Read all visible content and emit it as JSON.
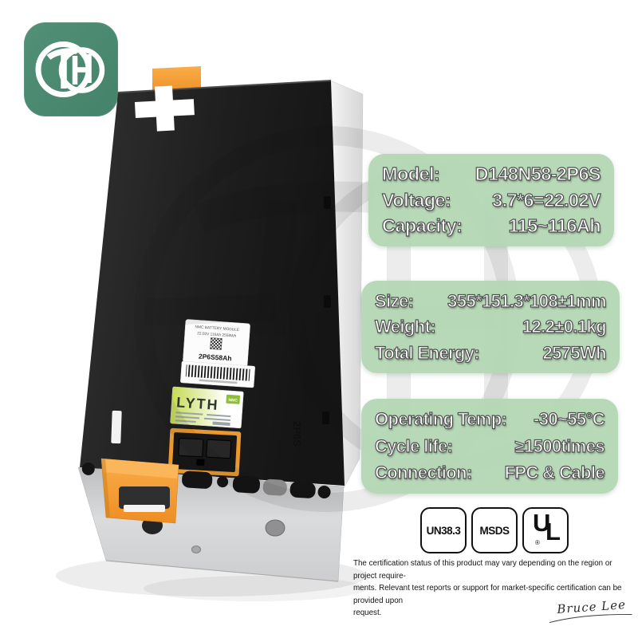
{
  "product": {
    "description": "NMC battery module product image"
  },
  "specs": [
    {
      "rows": [
        {
          "label": "Model:",
          "value": "D148N58-2P6S"
        },
        {
          "label": "Voltage:",
          "value": "3.7*6=22.02V"
        },
        {
          "label": "Capacity:",
          "value": "115~116Ah"
        }
      ]
    },
    {
      "rows": [
        {
          "label": "Size:",
          "value": "355*151.3*108±1mm"
        },
        {
          "label": "Weight:",
          "value": "12.2±0.1kg"
        },
        {
          "label": "Total Energy:",
          "value": "2575Wh"
        }
      ]
    },
    {
      "rows": [
        {
          "label": "Operating Temp:",
          "value": "-30~55°C"
        },
        {
          "label": "Cycle life:",
          "value": "≥1500times"
        },
        {
          "label": "Connection:",
          "value": "FPC & Cable"
        }
      ]
    }
  ],
  "battery": {
    "terminal_marking": "+",
    "info_label": {
      "line1": "NMC BATTERY MODULE",
      "line2": "22.02V 116Ah 2558Wh",
      "code": "2P6S58Ah"
    },
    "brand_label": {
      "name": "LYTH",
      "chem": "NMC"
    },
    "side_marking": "2P6S"
  },
  "certifications": {
    "badge1": "UN38.3",
    "badge2": "MSDS",
    "badge3": {
      "u": "U",
      "l": "L",
      "reg": "®"
    }
  },
  "disclaimer": "The certification status of this product may vary depending on the region or project require-\nments. Relevant test reports or support for market-specific certification can be provided upon\nrequest.",
  "signature": "Bruce Lee",
  "colors": {
    "brand_green": "#4D8A72",
    "panel_green": "#B1D6B2",
    "accent_orange": "#F5A13A",
    "battery_black": "#1D1D1D",
    "plate_silver": "#CDCED0"
  }
}
